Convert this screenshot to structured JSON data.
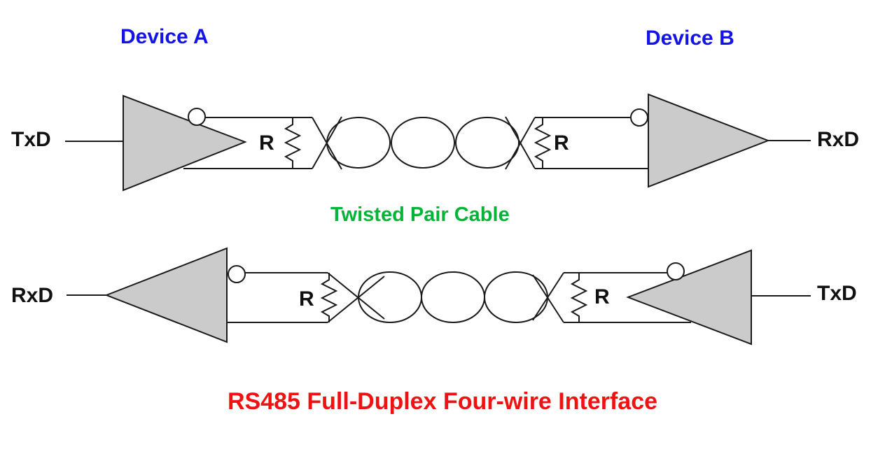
{
  "diagram": {
    "device_a_label": "Device A",
    "device_b_label": "Device B",
    "cable_label": "Twisted Pair Cable",
    "title": "RS485 Full-Duplex Four-wire Interface",
    "top_channel": {
      "left_signal": "TxD",
      "right_signal": "RxD",
      "left_resistor": "R",
      "right_resistor": "R"
    },
    "bottom_channel": {
      "left_signal": "RxD",
      "right_signal": "TxD",
      "left_resistor": "R",
      "right_resistor": "R"
    },
    "colors": {
      "device_label": "#1414e8",
      "cable_label": "#00b437",
      "title": "#ee1212",
      "wire": "#1a1a1a",
      "buffer_fill": "#cbcbcb"
    }
  }
}
